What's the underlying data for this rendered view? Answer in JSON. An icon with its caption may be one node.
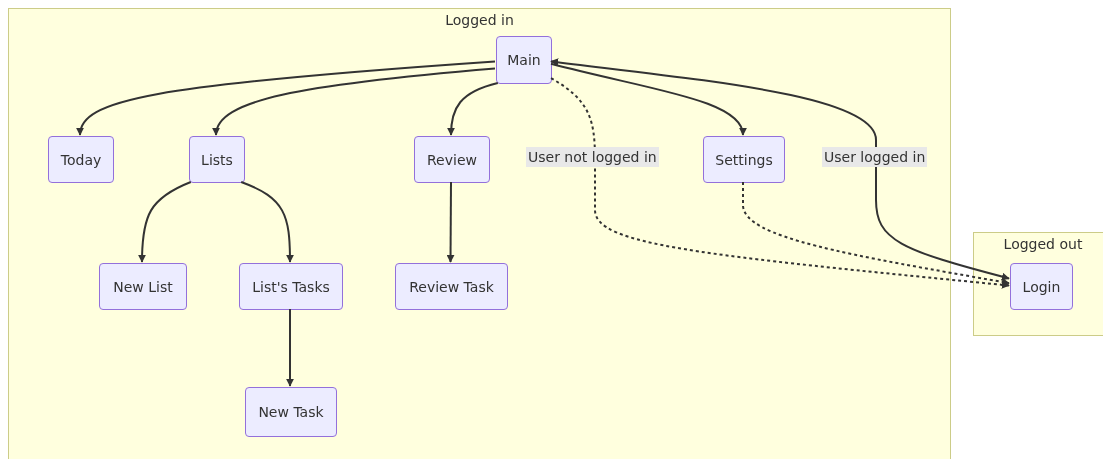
{
  "diagram": {
    "nodes": [
      {
        "text": [
          "Logged in"
        ]
      },
      {
        "text": [
          "Main"
        ],
        "in": 0
      },
      {
        "text": [
          "Today"
        ],
        "in": 0
      },
      {
        "text": [
          "Lists"
        ],
        "in": 0
      },
      {
        "text": [
          "Review"
        ],
        "in": 0
      },
      {
        "text": [
          "Settings"
        ],
        "in": 0
      },
      {
        "text": [
          "New List"
        ],
        "in": 0
      },
      {
        "text": [
          "List's Tasks"
        ],
        "in": 0
      },
      {
        "text": [
          "Review Task"
        ],
        "in": 0
      },
      {
        "text": [
          "New Task"
        ],
        "in": 0
      },
      {
        "text": [
          "Logged out"
        ]
      },
      {
        "text": [
          "Login"
        ],
        "in": 10
      }
    ],
    "edges": [
      {
        "from": 1,
        "to": 2,
        "arrow": "to"
      },
      {
        "from": 1,
        "to": 3,
        "arrow": "to"
      },
      {
        "from": 1,
        "to": 4,
        "arrow": "to"
      },
      {
        "from": 1,
        "to": 5,
        "arrow": "to"
      },
      {
        "from": 3,
        "to": 6,
        "arrow": "to"
      },
      {
        "from": 3,
        "to": 7,
        "arrow": "to"
      },
      {
        "from": 4,
        "to": 8,
        "arrow": "to"
      },
      {
        "from": 7,
        "to": 9,
        "arrow": "to"
      },
      {
        "from": 1,
        "to": 11,
        "arrow": "to",
        "label": "User not logged in",
        "style": "dashed"
      },
      {
        "from": 5,
        "to": 11,
        "arrow": "to",
        "style": "dashed"
      },
      {
        "from": 11,
        "to": 1,
        "arrow": "both",
        "label": "User logged in"
      }
    ]
  }
}
